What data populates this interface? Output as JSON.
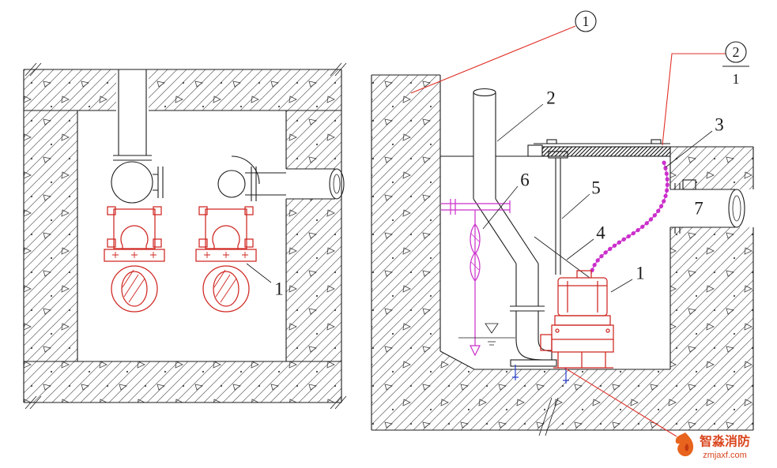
{
  "annotations": {
    "bubble_top": "1",
    "detail_ref": {
      "number": "2",
      "sheet": "1"
    },
    "left_view": {
      "pump": "1"
    },
    "right_view": {
      "pump": "1",
      "riser_pipe": "2",
      "chain": "3",
      "cable": "4",
      "guide_rail": "5",
      "level_gauge": "6",
      "outlet_pipe": "7"
    }
  },
  "watermark": {
    "brand": "智淼消防",
    "site": "zmjaxf.com"
  },
  "colors": {
    "line": "#1b1b1b",
    "pump_red": "#cf2620",
    "accent_magenta": "#cb2fcb",
    "anchor_blue": "#2a3fd0",
    "leader_red": "#e03028",
    "watermark_orange": "#d9461e"
  }
}
